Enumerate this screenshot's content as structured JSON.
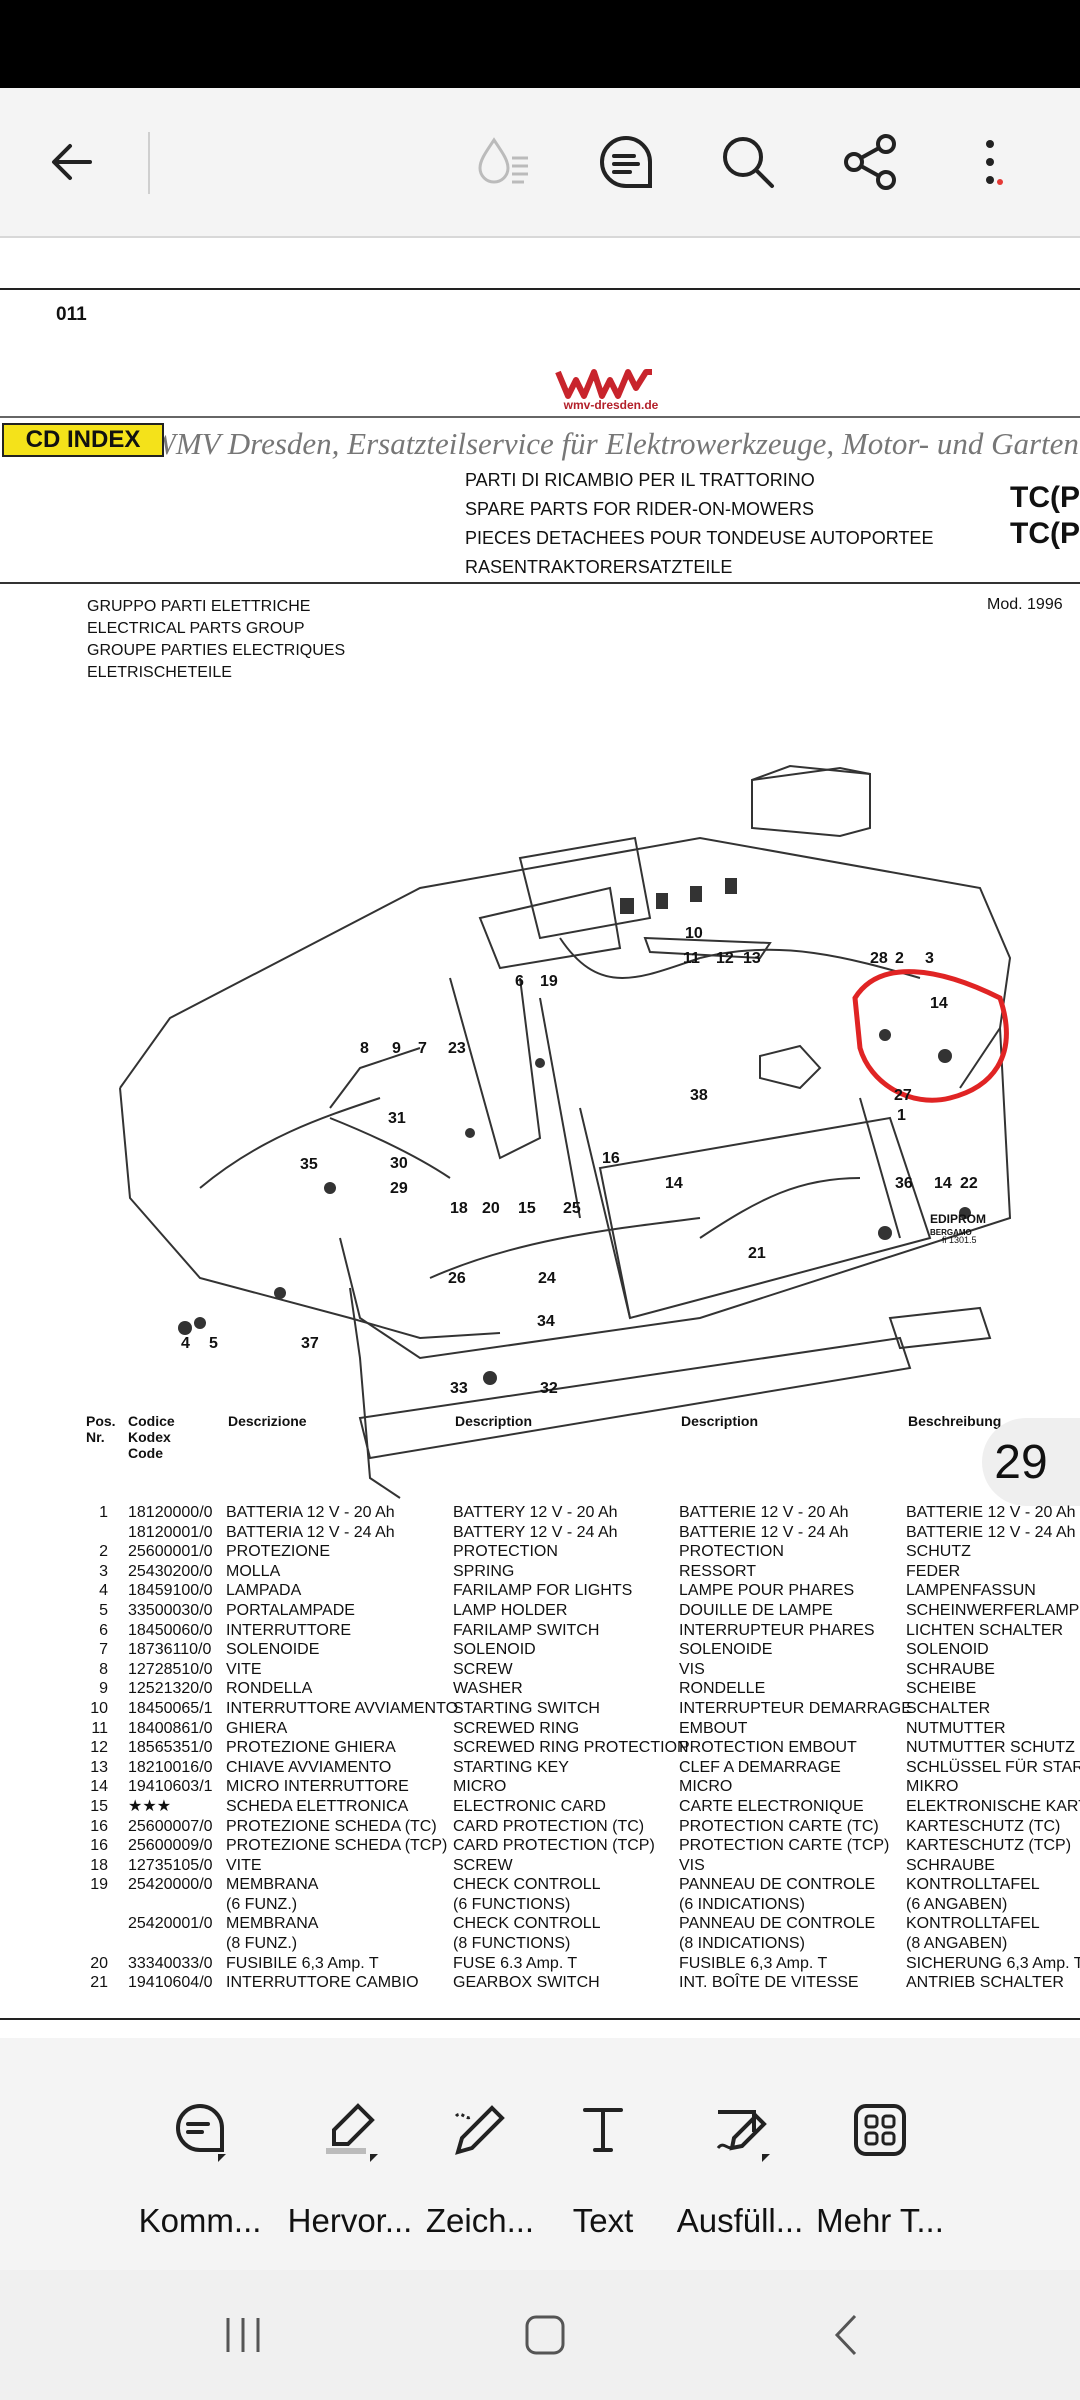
{
  "toolbar": {
    "back_icon": "arrow-left-icon",
    "icons": [
      "reading-mode-icon",
      "comment-icon",
      "search-icon",
      "share-icon",
      "more-menu-icon"
    ]
  },
  "document": {
    "page_number": "011",
    "logo_text": "wmv-dresden.de",
    "watermark": "WMV Dresden, Ersatzteilservice für Elektrowerkzeuge, Motor- und Garten",
    "cd_index": "CD INDEX",
    "headings": [
      "PARTI DI RICAMBIO PER IL TRATTORINO",
      "SPARE PARTS FOR RIDER-ON-MOWERS",
      "PIECES DETACHEES POUR TONDEUSE AUTOPORTEE",
      "RASENTRAKTORERSATZTEILE"
    ],
    "model_codes": [
      "TC(P",
      "TC(P"
    ],
    "group": [
      "GRUPPO PARTI ELETTRICHE",
      "ELECTRICAL PARTS GROUP",
      "GROUPE PARTIES ELECTRIQUES",
      "ELETRISCHETEILE"
    ],
    "mod_year": "Mod. 1996",
    "diagram_labels": [
      "10",
      "11",
      "12",
      "13",
      "28",
      "2",
      "3",
      "14",
      "6",
      "19",
      "8",
      "9",
      "7",
      "23",
      "27",
      "1",
      "38",
      "31",
      "30",
      "29",
      "35",
      "16",
      "18",
      "20",
      "15",
      "25",
      "14",
      "36",
      "14",
      "22",
      "21",
      "26",
      "24",
      "4",
      "5",
      "37",
      "34",
      "33",
      "32"
    ],
    "publisher": "EDIPROM",
    "publisher_city": "BERGAMO",
    "figure_ref": "fi 1301.5",
    "columns": {
      "pos": [
        "Pos.",
        "Nr."
      ],
      "code": [
        "Codice",
        "Kodex",
        "Code"
      ],
      "it": "Descrizione",
      "en": "Description",
      "fr": "Description",
      "de": "Beschreibung"
    },
    "page_badge": "29",
    "parts": [
      [
        "1",
        "18120000/0",
        "BATTERIA 12 V - 20 Ah",
        "BATTERY 12 V - 20 Ah",
        "BATTERIE 12 V - 20 Ah",
        "BATTERIE 12 V - 20 Ah"
      ],
      [
        "",
        "18120001/0",
        "BATTERIA 12 V - 24 Ah",
        "BATTERY 12 V - 24 Ah",
        "BATTERIE 12 V - 24 Ah",
        "BATTERIE 12 V - 24 Ah"
      ],
      [
        "2",
        "25600001/0",
        "PROTEZIONE",
        "PROTECTION",
        "PROTECTION",
        "SCHUTZ"
      ],
      [
        "3",
        "25430200/0",
        "MOLLA",
        "SPRING",
        "RESSORT",
        "FEDER"
      ],
      [
        "4",
        "18459100/0",
        "LAMPADA",
        "FARILAMP FOR LIGHTS",
        "LAMPE POUR PHARES",
        "LAMPENFASSUN"
      ],
      [
        "5",
        "33500030/0",
        "PORTALAMPADE",
        "LAMP HOLDER",
        "DOUILLE DE LAMPE",
        "SCHEINWERFERLAMPE"
      ],
      [
        "6",
        "18450060/0",
        "INTERRUTTORE",
        "FARILAMP SWITCH",
        "INTERRUPTEUR PHARES",
        "LICHTEN SCHALTER"
      ],
      [
        "7",
        "18736110/0",
        "SOLENOIDE",
        "SOLENOID",
        "SOLENOIDE",
        "SOLENOID"
      ],
      [
        "8",
        "12728510/0",
        "VITE",
        "SCREW",
        "VIS",
        "SCHRAUBE"
      ],
      [
        "9",
        "12521320/0",
        "RONDELLA",
        "WASHER",
        "RONDELLE",
        "SCHEIBE"
      ],
      [
        "10",
        "18450065/1",
        "INTERRUTTORE AVVIAMENTO",
        "STARTING SWITCH",
        "INTERRUPTEUR DEMARRAGE",
        "SCHALTER"
      ],
      [
        "11",
        "18400861/0",
        "GHIERA",
        "SCREWED RING",
        "EMBOUT",
        "NUTMUTTER"
      ],
      [
        "12",
        "18565351/0",
        "PROTEZIONE GHIERA",
        "SCREWED RING PROTECTION",
        "PROTECTION EMBOUT",
        "NUTMUTTER SCHUTZ"
      ],
      [
        "13",
        "18210016/0",
        "CHIAVE AVVIAMENTO",
        "STARTING KEY",
        "CLEF A DEMARRAGE",
        "SCHLÜSSEL FÜR STAR"
      ],
      [
        "14",
        "19410603/1",
        "MICRO INTERRUTTORE",
        "MICRO",
        "MICRO",
        "MIKRO"
      ],
      [
        "15",
        "★★★",
        "SCHEDA ELETTRONICA",
        "ELECTRONIC CARD",
        "CARTE ELECTRONIQUE",
        "ELEKTRONISCHE KART"
      ],
      [
        "16",
        "25600007/0",
        "PROTEZIONE SCHEDA (TC)",
        "CARD PROTECTION (TC)",
        "PROTECTION CARTE (TC)",
        "KARTESCHUTZ (TC)"
      ],
      [
        "16",
        "25600009/0",
        "PROTEZIONE SCHEDA (TCP)",
        "CARD PROTECTION (TCP)",
        "PROTECTION CARTE (TCP)",
        "KARTESCHUTZ (TCP)"
      ],
      [
        "18",
        "12735105/0",
        "VITE",
        "SCREW",
        "VIS",
        "SCHRAUBE"
      ],
      [
        "19",
        "25420000/0",
        "MEMBRANA",
        "CHECK CONTROLL",
        "PANNEAU DE CONTROLE",
        "KONTROLLTAFEL"
      ],
      [
        "",
        "",
        "   (6 FUNZ.)",
        "   (6 FUNCTIONS)",
        "   (6 INDICATIONS)",
        "   (6 ANGABEN)"
      ],
      [
        "",
        "25420001/0",
        "MEMBRANA",
        "CHECK CONTROLL",
        "PANNEAU DE CONTROLE",
        "KONTROLLTAFEL"
      ],
      [
        "",
        "",
        "   (8 FUNZ.)",
        "   (8 FUNCTIONS)",
        "   (8 INDICATIONS)",
        "   (8 ANGABEN)"
      ],
      [
        "20",
        "33340033/0",
        "FUSIBILE 6,3 Amp. T",
        "FUSE 6.3 Amp. T",
        "FUSIBLE 6,3 Amp. T",
        "SICHERUNG 6,3 Amp. T"
      ],
      [
        "21",
        "19410604/0",
        "INTERRUTTORE CAMBIO",
        "GEARBOX SWITCH",
        "INT. BOÎTE DE VITESSE",
        "ANTRIEB SCHALTER"
      ]
    ]
  },
  "bottom_toolbar": [
    {
      "label": "Komm...",
      "icon": "comment-icon"
    },
    {
      "label": "Hervor...",
      "icon": "highlighter-icon"
    },
    {
      "label": "Zeich...",
      "icon": "draw-pen-icon"
    },
    {
      "label": "Text",
      "icon": "text-icon"
    },
    {
      "label": "Ausfüll...",
      "icon": "fill-sign-icon"
    },
    {
      "label": "Mehr T...",
      "icon": "more-tools-icon"
    }
  ],
  "nav": [
    "recents-button",
    "home-button",
    "back-button"
  ]
}
